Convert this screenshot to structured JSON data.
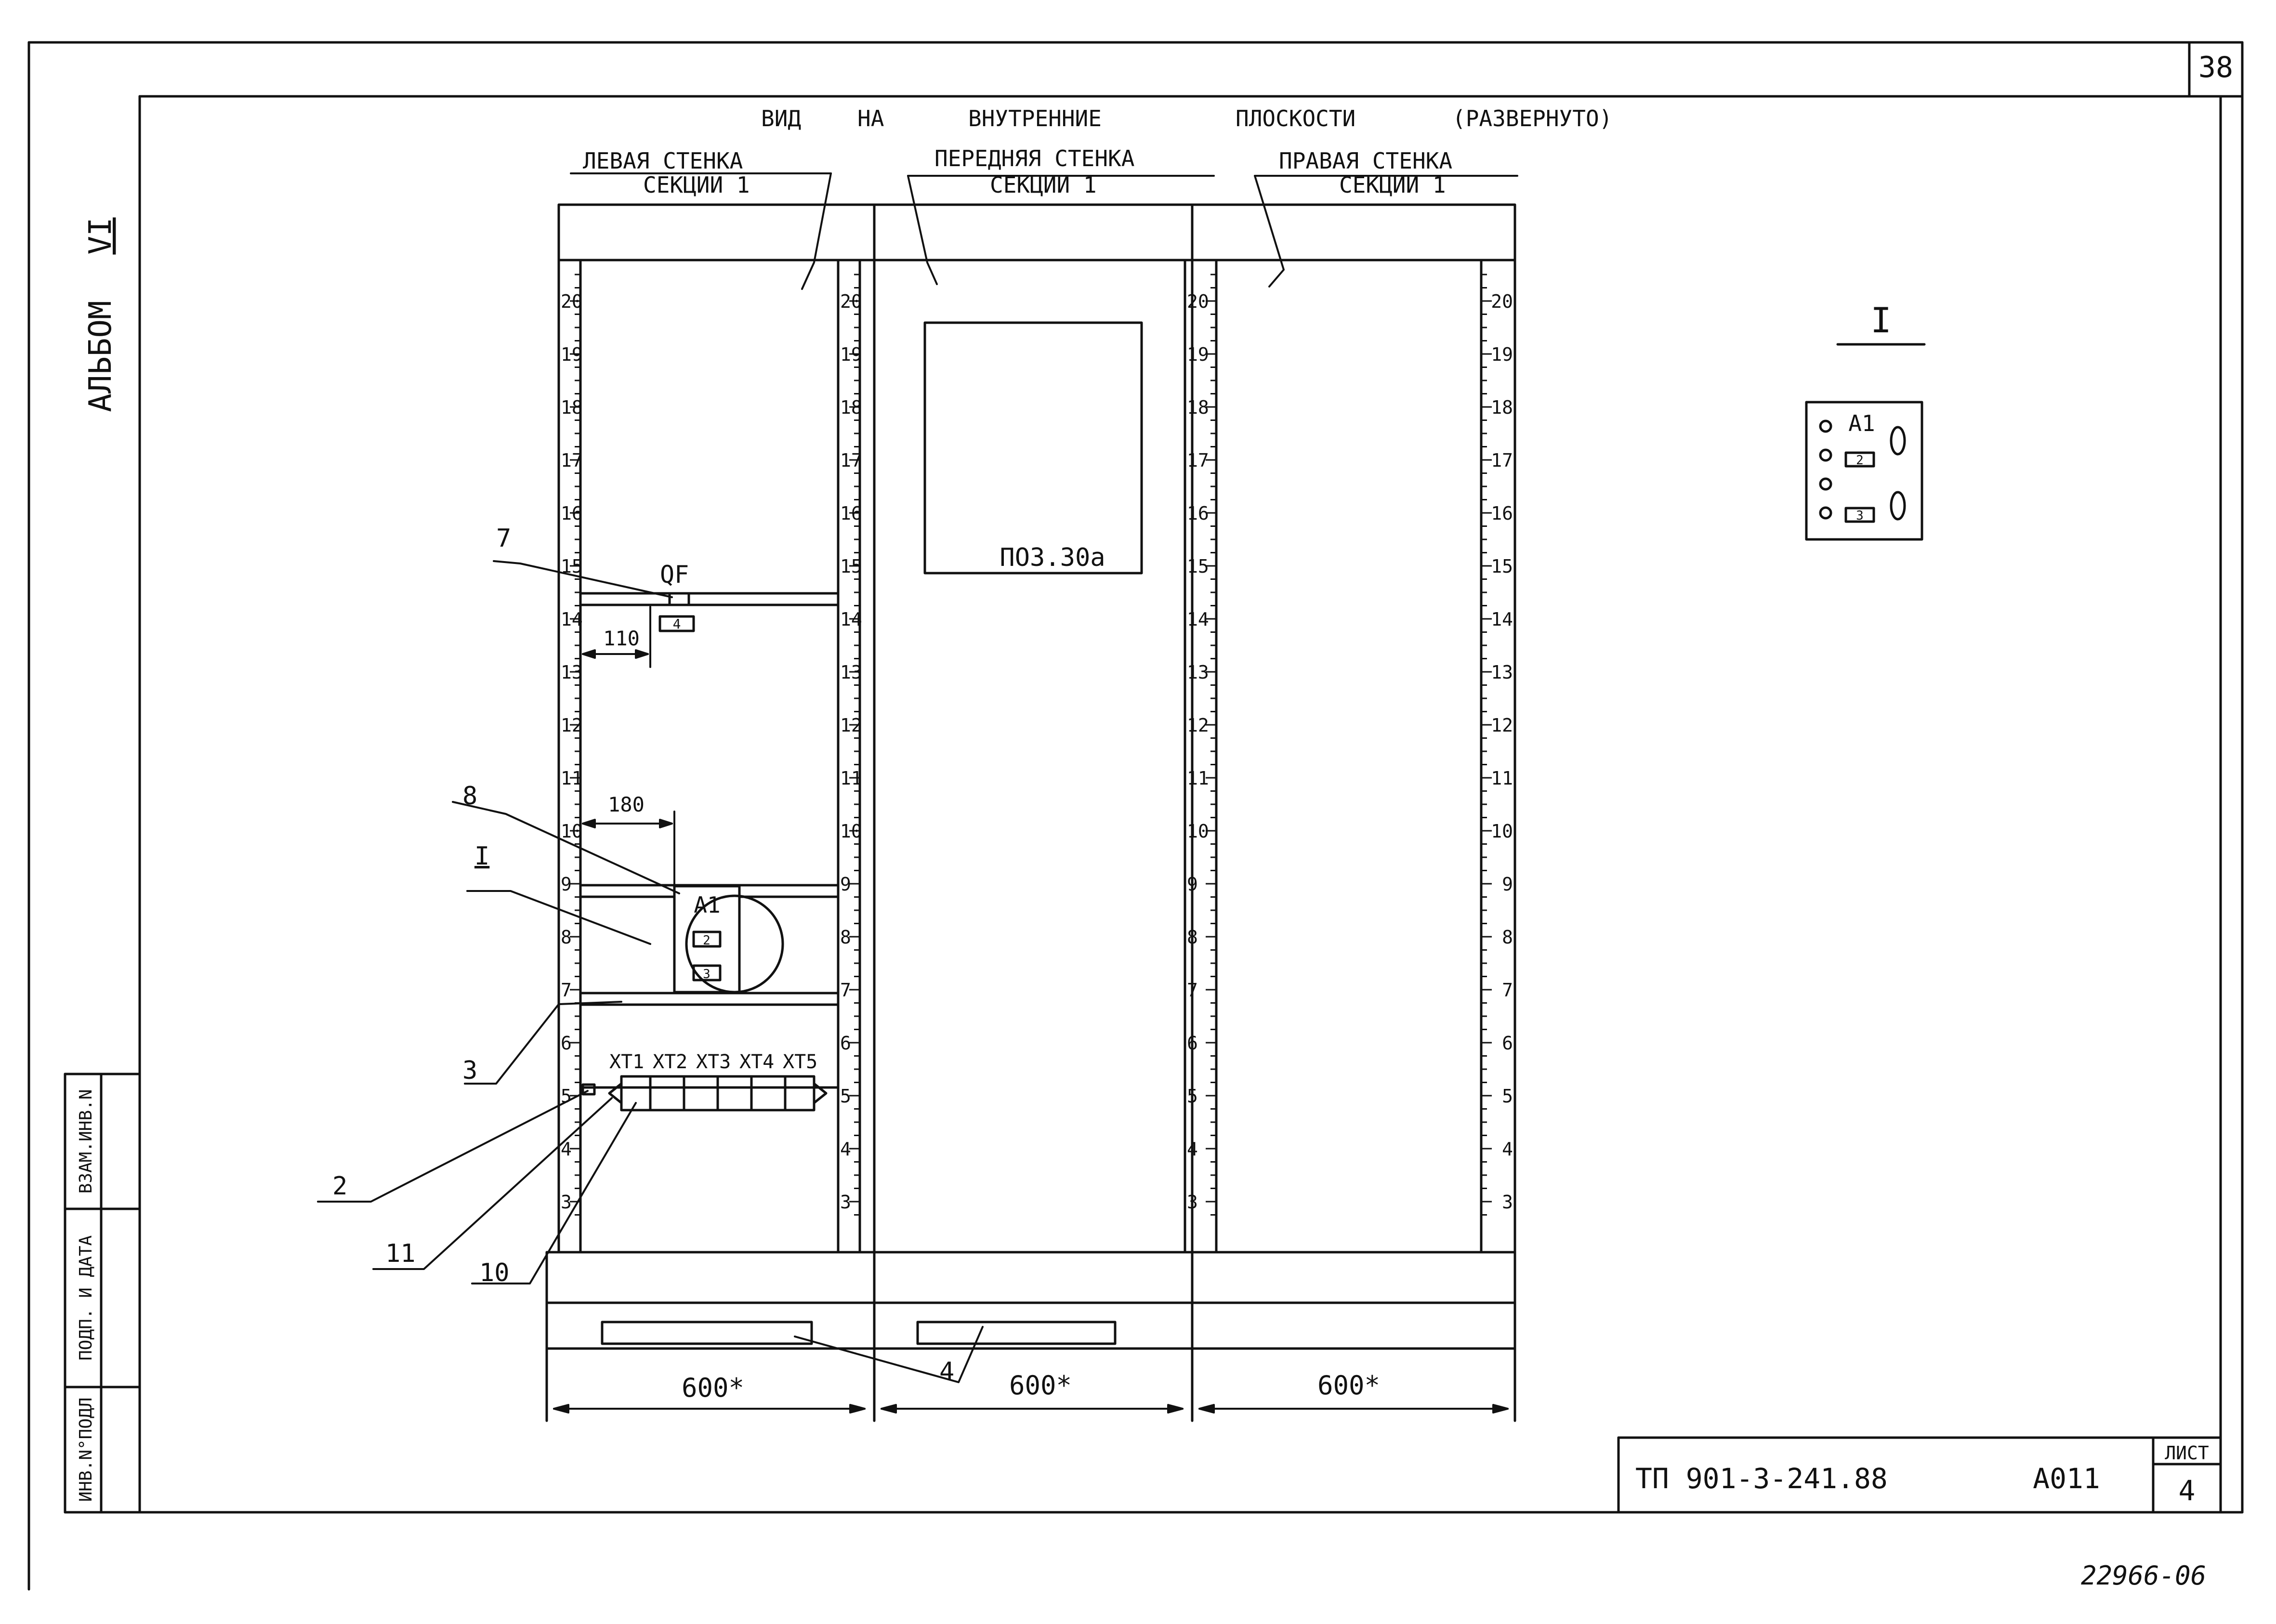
{
  "sheet_number": "38",
  "view_title": {
    "prefix": "ВИД",
    "na": "НА",
    "inner": "ВНУТРЕННИЕ",
    "planes": "ПЛОСКОСТИ",
    "unfolded": "(РАЗВЕРНУТО)"
  },
  "walls": [
    {
      "name": "ЛЕВАЯ СТЕНКА",
      "section": "СЕКЦИИ 1"
    },
    {
      "name": "ПЕРЕДНЯЯ СТЕНКА",
      "section": "СЕКЦИИ 1"
    },
    {
      "name": "ПРАВАЯ СТЕНКА",
      "section": "СЕКЦИИ 1"
    }
  ],
  "album_label": "АЛЬБОМ",
  "album_number": "VI",
  "rail_numbers": [
    "20",
    "19",
    "18",
    "17",
    "16",
    "15",
    "14",
    "13",
    "12",
    "11",
    "10",
    "9",
    "8",
    "7",
    "6",
    "5",
    "4",
    "3"
  ],
  "panel": {
    "label": "ПОЗ.30а"
  },
  "breaker": {
    "label": "QF",
    "tag": "4"
  },
  "device": {
    "label": "A1",
    "tag1": "2",
    "tag2": "3"
  },
  "terminals": [
    "XT1",
    "XT2",
    "XT3",
    "XT4",
    "XT5"
  ],
  "dimensions": {
    "offset_breaker": "110",
    "offset_device": "180",
    "width_1": "600*",
    "width_2": "600*",
    "width_3": "600*"
  },
  "callouts": {
    "c7": "7",
    "c8": "8",
    "c3": "3",
    "c2": "2",
    "c11": "11",
    "c10": "10",
    "c4": "4",
    "detail": "I"
  },
  "detail_view": {
    "title": "I",
    "label": "A1",
    "tag1": "2",
    "tag2": "3"
  },
  "side_stamp": [
    "ИНВ.N°ПОДЛ",
    "ПОДП. И ДАТА",
    "ВЗАМ.ИНВ.N"
  ],
  "title_block": {
    "code": "ТП 901-3-241.88",
    "series": "А011",
    "sheet_label": "ЛИСТ",
    "sheet_value": "4"
  },
  "footer_code": "22966-06"
}
